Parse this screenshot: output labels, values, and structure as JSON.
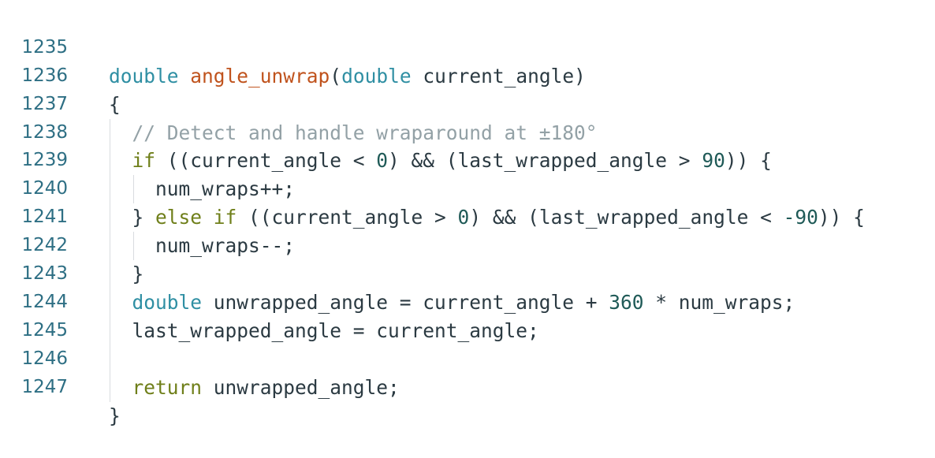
{
  "editor": {
    "lines": [
      {
        "num": "1235"
      },
      {
        "num": "1236"
      },
      {
        "num": "1237"
      },
      {
        "num": "1238"
      },
      {
        "num": "1239"
      },
      {
        "num": "1240"
      },
      {
        "num": "1241"
      },
      {
        "num": "1242"
      },
      {
        "num": "1243"
      },
      {
        "num": "1244"
      },
      {
        "num": "1245"
      },
      {
        "num": "1246"
      },
      {
        "num": "1247"
      }
    ],
    "tokens": {
      "l1235_type": "double",
      "l1235_space": " ",
      "l1235_fn": "angle_unwrap",
      "l1235_paren": "(",
      "l1235_ptype": "double",
      "l1235_pname": " current_angle)",
      "l1236_brace": "{",
      "l1237_comment": "// Detect and handle wraparound at ±180°",
      "l1238_if": "if",
      "l1238_a": " ((current_angle < ",
      "l1238_zero": "0",
      "l1238_b": ") && (last_wrapped_angle > ",
      "l1238_ninety": "90",
      "l1238_c": ")) {",
      "l1239_stmt": "num_wraps++;",
      "l1240_a": "} ",
      "l1240_elseif": "else if",
      "l1240_b": " ((current_angle > ",
      "l1240_zero": "0",
      "l1240_c": ") && (last_wrapped_angle < ",
      "l1240_neg90": "-90",
      "l1240_d": ")) {",
      "l1241_stmt": "num_wraps--;",
      "l1242_brace": "}",
      "l1243_type": "double",
      "l1243_a": " unwrapped_angle = current_angle + ",
      "l1243_360": "360",
      "l1243_b": " * num_wraps;",
      "l1244_stmt": "last_wrapped_angle = current_angle;",
      "l1246_ret": "return",
      "l1246_rest": " unwrapped_angle;",
      "l1247_brace": "}"
    }
  }
}
